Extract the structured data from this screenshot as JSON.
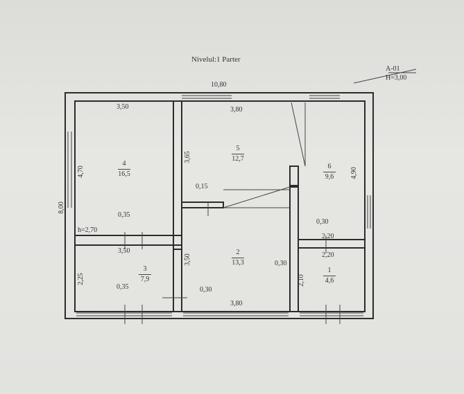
{
  "title": "Nivelul:1 Parter",
  "sheet_code": "A-01",
  "sheet_height": "H=3,00",
  "dimensions": {
    "total_width": "10,80",
    "room4_width_top": "3,50",
    "room5_width_top": "3,80",
    "room4_height": "4,70",
    "total_height": "8,00",
    "room5_depth": "3,65",
    "room6_height": "4,90",
    "wall_015": "0,15",
    "wall_035_a": "0,35",
    "h_270": "h=2,70",
    "room3_width": "3,50",
    "wall_030_right": "0,30",
    "room1_w_a": "2,20",
    "room1_w_b": "2,20",
    "room2_height": "3,50",
    "wall_030_mid": "0,30",
    "room1_height": "2,10",
    "room3_height": "2,25",
    "wall_035_b": "0,35",
    "wall_030_bottom": "0,30",
    "room2_width_bottom": "3,80"
  },
  "rooms": [
    {
      "id": "4",
      "area": "16,5"
    },
    {
      "id": "5",
      "area": "12,7"
    },
    {
      "id": "6",
      "area": "9,6"
    },
    {
      "id": "3",
      "area": "7,9"
    },
    {
      "id": "2",
      "area": "13,3"
    },
    {
      "id": "1",
      "area": "4,6"
    }
  ],
  "colors": {
    "wall": "#2b2b2b",
    "line": "#444444",
    "paper": "#e2e2df"
  }
}
